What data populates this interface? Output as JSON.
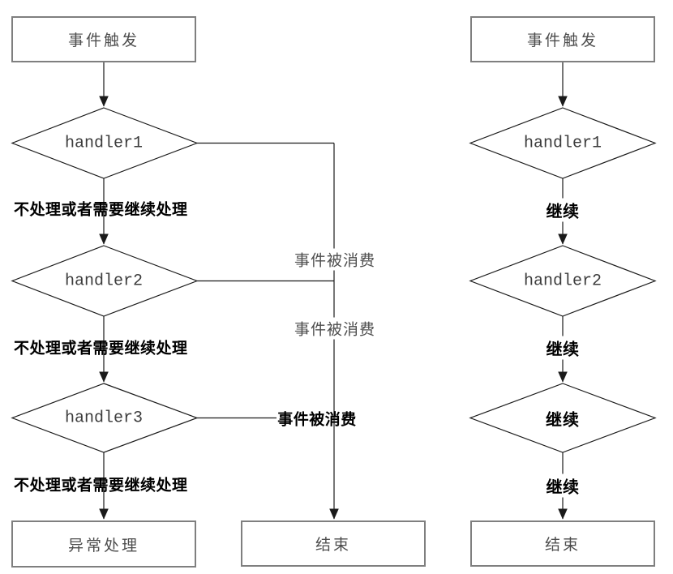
{
  "colors": {
    "background": "#ffffff",
    "box_border": "#7f7f7f",
    "line": "#1a1a1a",
    "text": "#4d4d4d",
    "bold_text": "#000000"
  },
  "left_chart": {
    "start_box": "事件触发",
    "decision1": "handler1",
    "decision2": "handler2",
    "decision3": "handler3",
    "branch_label1": "不处理或者需要继续处理",
    "branch_label2": "不处理或者需要继续处理",
    "branch_label3": "不处理或者需要继续处理",
    "consumed_label1": "事件被消费",
    "consumed_label2": "事件被消费",
    "consumed_label3": "事件被消费",
    "exception_box": "异常处理",
    "end_box": "结束"
  },
  "right_chart": {
    "start_box": "事件触发",
    "decision1": "handler1",
    "decision2": "handler2",
    "decision3": "继续",
    "continue_label1": "继续",
    "continue_label2": "继续",
    "continue_label3": "继续",
    "end_box": "结束"
  }
}
